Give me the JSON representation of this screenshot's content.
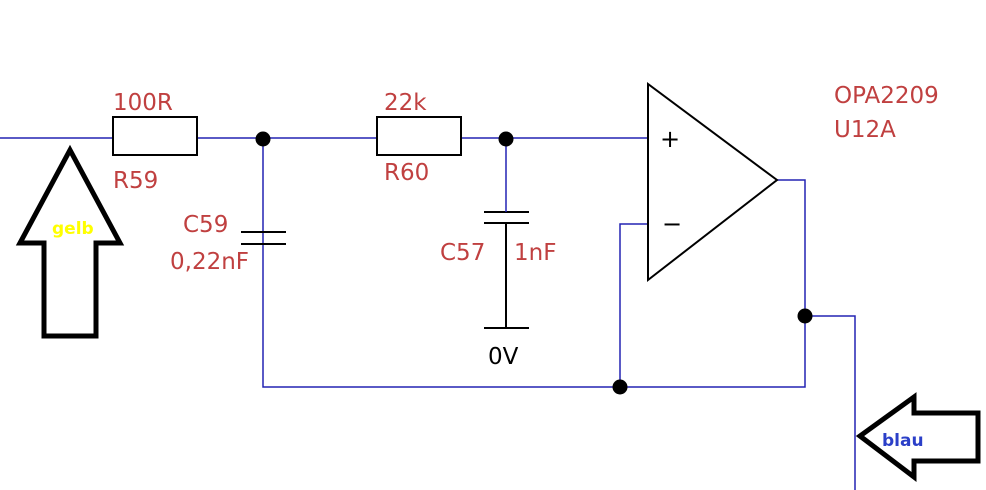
{
  "colors": {
    "wire": "#2323b4",
    "component": "#000000",
    "label": "#c04040",
    "ground_label": "#000000",
    "arrow_gelb_text": "#ffff00",
    "arrow_blau_text": "#2b3fc8"
  },
  "components": {
    "r59": {
      "value": "100R",
      "ref": "R59"
    },
    "r60": {
      "value": "22k",
      "ref": "R60"
    },
    "c59": {
      "ref": "C59",
      "value": "0,22nF"
    },
    "c57": {
      "ref": "C57",
      "value": "1nF"
    },
    "ground": {
      "label": "0V"
    },
    "opamp": {
      "part": "OPA2209",
      "ref": "U12A",
      "plus": "+",
      "minus": "−"
    }
  },
  "arrows": {
    "gelb": {
      "label": "gelb",
      "direction": "up"
    },
    "blau": {
      "label": "blau",
      "direction": "left"
    }
  }
}
